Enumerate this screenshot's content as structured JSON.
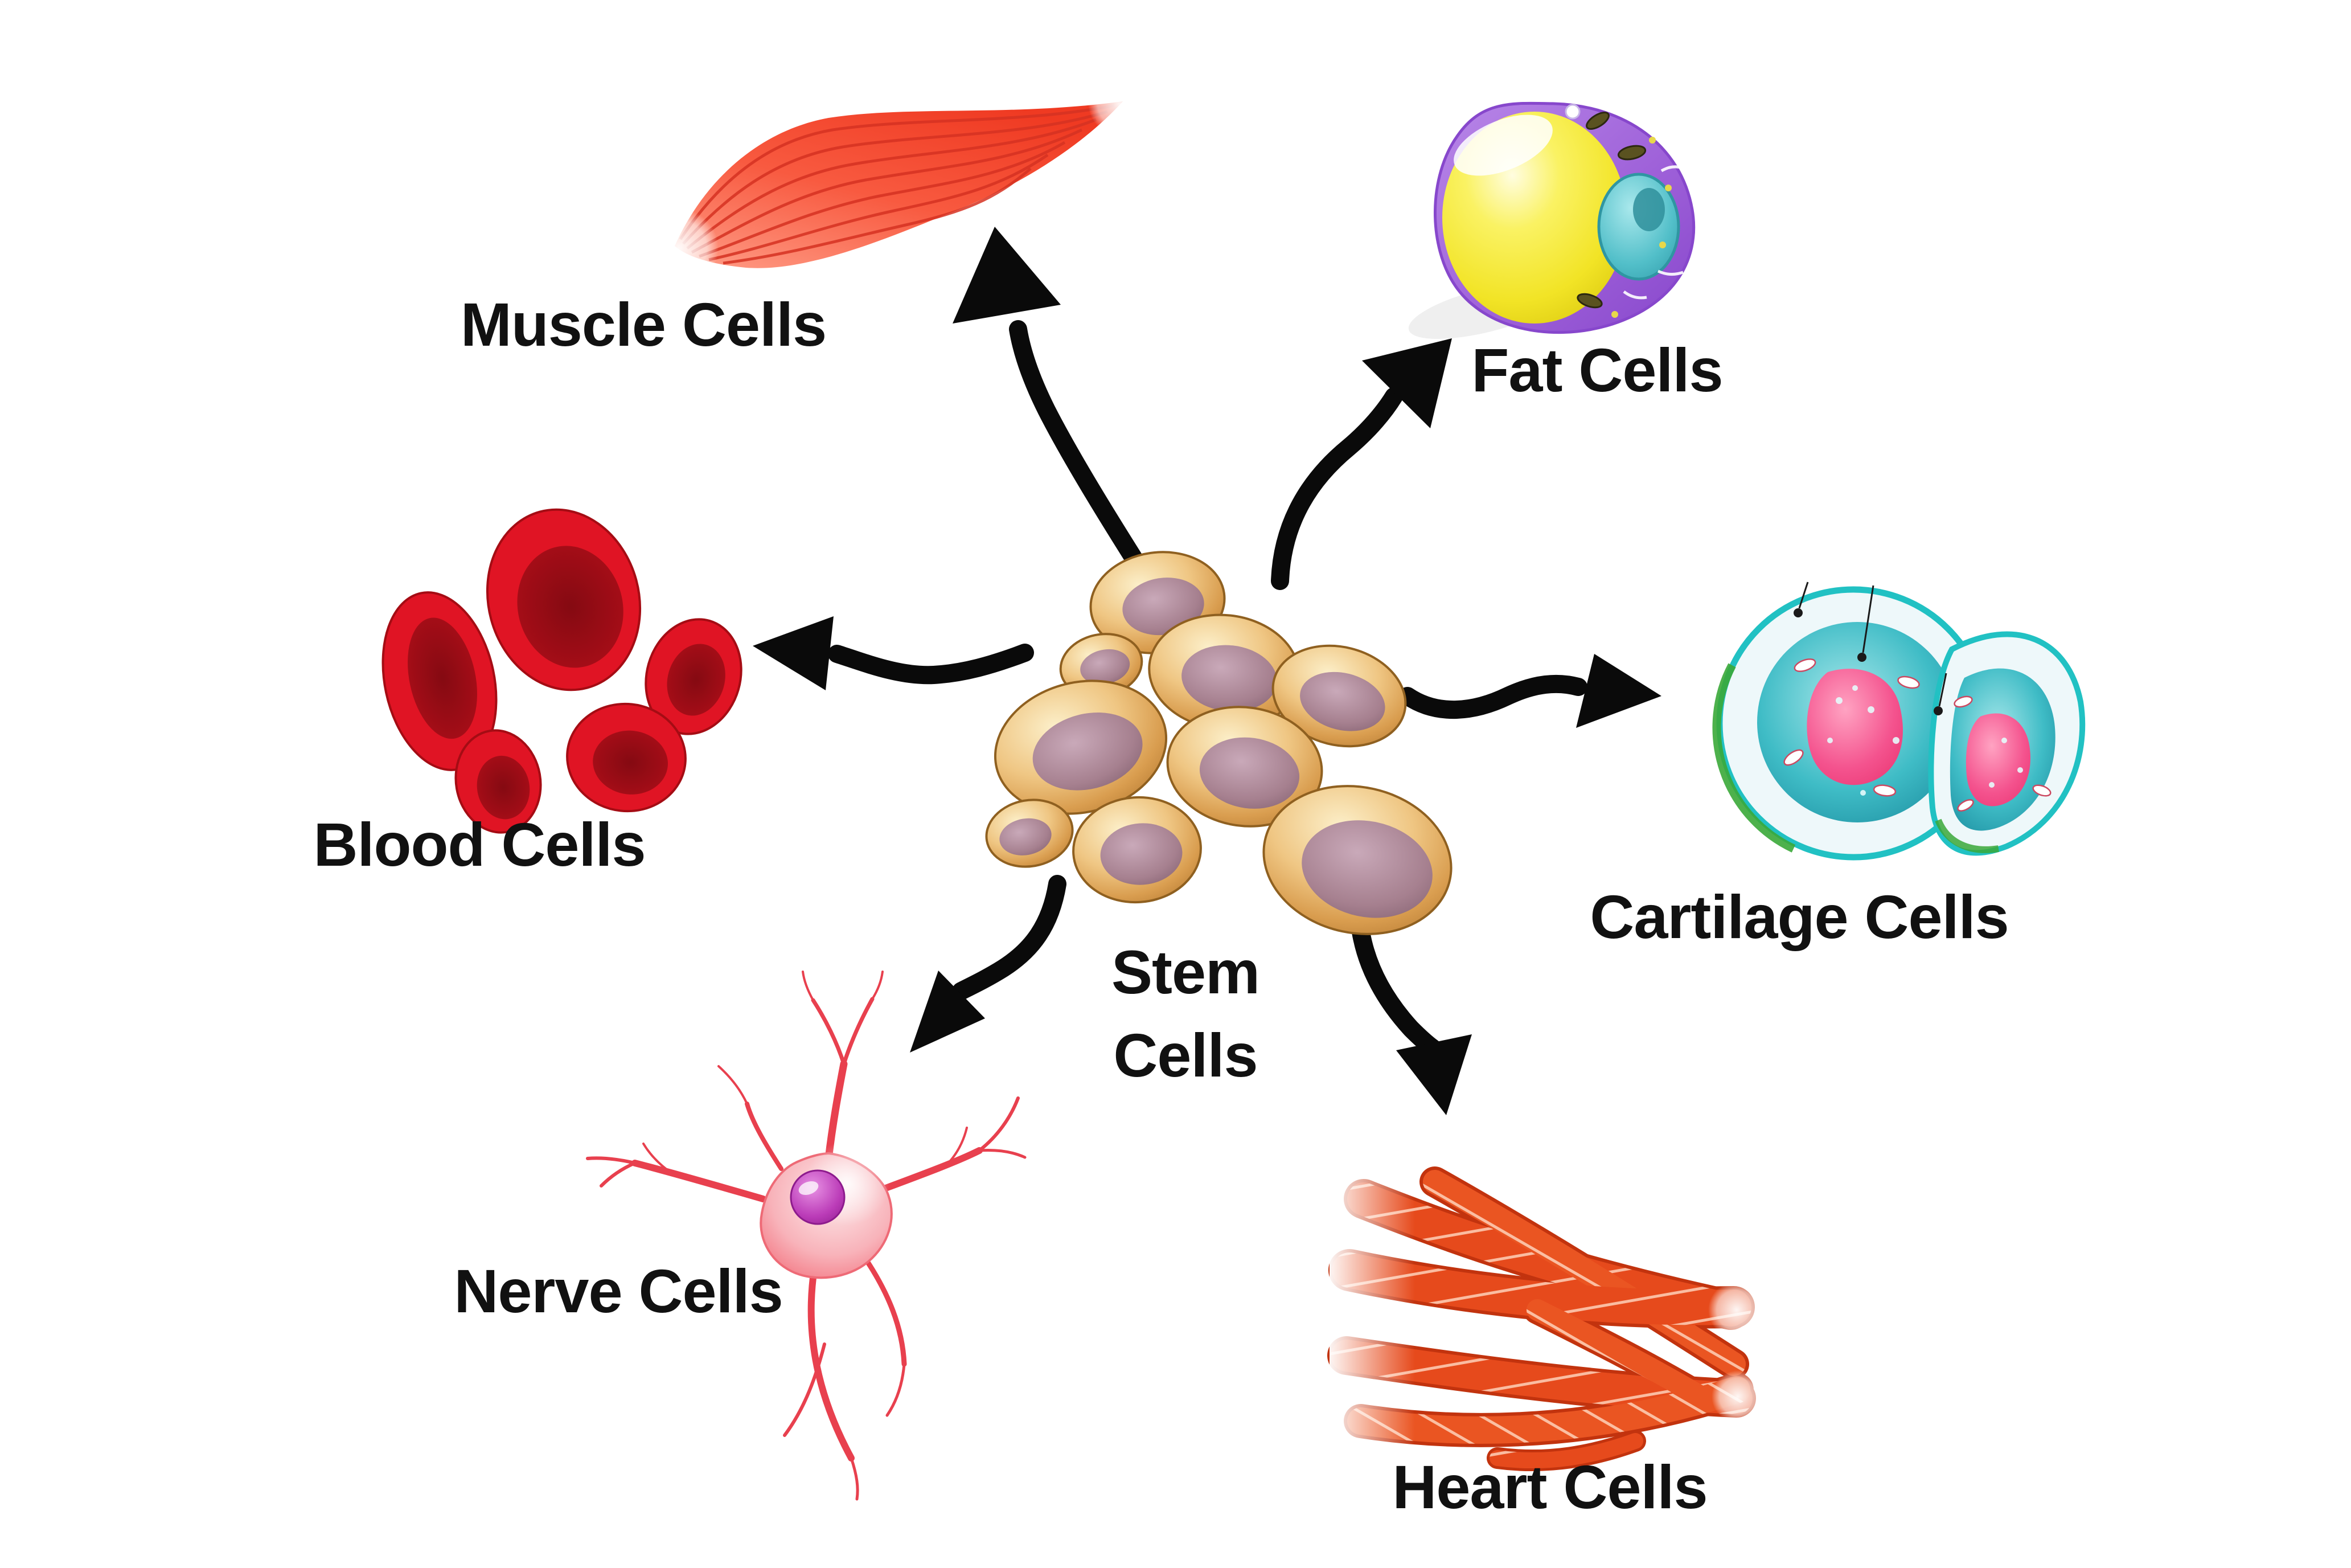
{
  "figure": {
    "background_color": "#ffffff",
    "arrow_color": "#0a0a0a",
    "label_color": "#111111",
    "center_node": {
      "label_lines": [
        "Stem",
        "Cells"
      ],
      "cell_color": "#e0a95c",
      "nucleus_color": "#a6808f",
      "cell_count": 9
    },
    "derived_cells": {
      "muscle": {
        "label": "Muscle Cells",
        "color": "#f54b31"
      },
      "fat": {
        "label": "Fat Cells",
        "membrane_color": "#9d5fd8",
        "lipid_color": "#f5e832",
        "nucleus_color": "#52bfc9"
      },
      "blood": {
        "label": "Blood Cells",
        "color": "#dd1020",
        "cell_count": 5
      },
      "cartilage": {
        "label": "Cartilage Cells",
        "cytoplasm_color": "#2aacba",
        "nucleus_color": "#f4538e",
        "rim_color": "#21c1c3",
        "cell_count": 2
      },
      "nerve": {
        "label": "Nerve Cells",
        "body_color": "#f6909b",
        "nucleus_color": "#bb3cb8"
      },
      "heart": {
        "label": "Heart Cells",
        "color": "#e64a1c"
      }
    }
  }
}
